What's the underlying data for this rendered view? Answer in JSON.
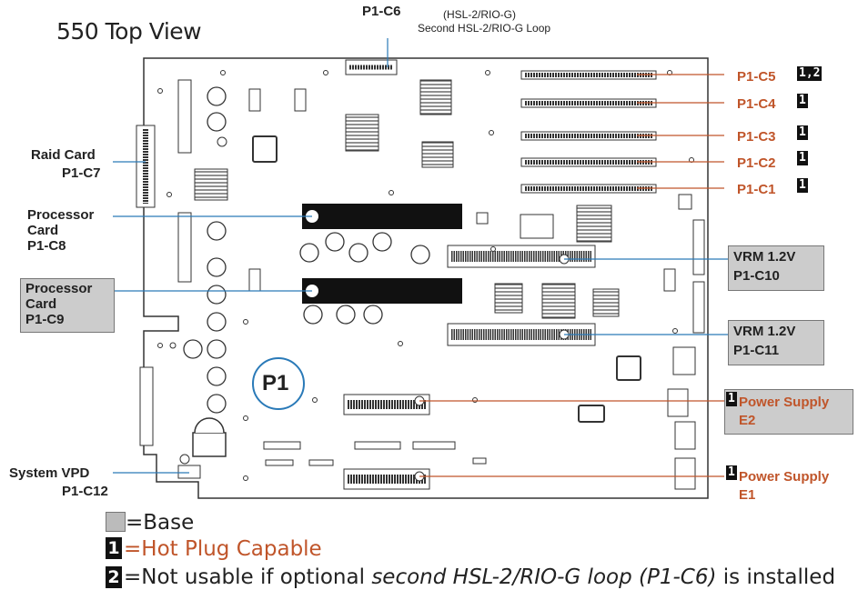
{
  "title": "550 Top View",
  "top_label": {
    "id": "P1-C6",
    "note_line1": "(HSL-2/RIO-G)",
    "note_line2": "Second HSL-2/RIO-G Loop"
  },
  "left_labels": {
    "raid_line1": "Raid Card",
    "raid_line2": "P1-C7",
    "proc1_line1": "Processor",
    "proc1_line2": "Card",
    "proc1_line3": "P1-C8",
    "proc2_line1": "Processor",
    "proc2_line2": "Card",
    "proc2_line3": "P1-C9",
    "vpd_line1": "System VPD",
    "vpd_line2": "P1-C12"
  },
  "slots": [
    {
      "id": "P1-C5",
      "badge": "1,2"
    },
    {
      "id": "P1-C4",
      "badge": "1"
    },
    {
      "id": "P1-C3",
      "badge": "1"
    },
    {
      "id": "P1-C2",
      "badge": "1"
    },
    {
      "id": "P1-C1",
      "badge": "1"
    }
  ],
  "vrm": [
    {
      "line1": "VRM 1.2V",
      "line2": "P1-C10"
    },
    {
      "line1": "VRM 1.2V",
      "line2": "P1-C11"
    }
  ],
  "power": [
    {
      "badge": "1",
      "line1": "Power Supply",
      "line2": "E2"
    },
    {
      "badge": "1",
      "line1": "Power Supply",
      "line2": "E1"
    }
  ],
  "board_label": "P1",
  "legend": {
    "base": "=Base",
    "hot_badge": "1",
    "hot": "=Hot Plug Capable",
    "note_badge": "2",
    "note_prefix": "=Not usable if optional ",
    "note_italic": "second HSL-2/RIO-G loop (P1-C6)",
    "note_suffix": " is installed"
  },
  "colors": {
    "orange": "#c0552a",
    "blue_line": "#2a7ab8",
    "orange_line": "#c0552a",
    "base_grey": "#cccccc"
  }
}
